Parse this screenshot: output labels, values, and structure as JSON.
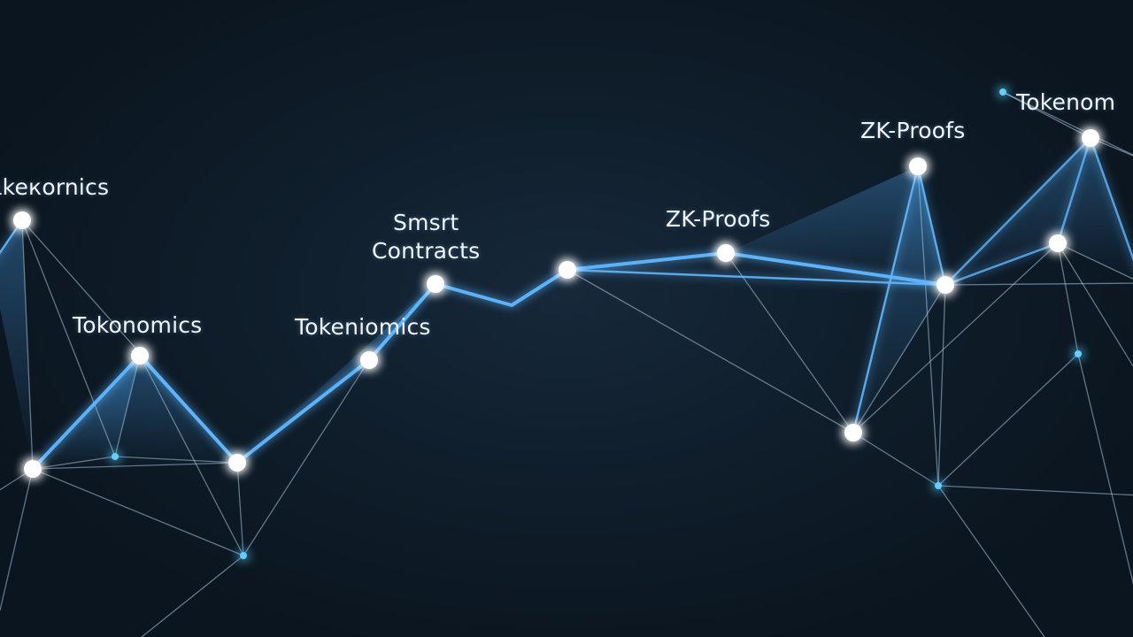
{
  "colors": {
    "background": "#0f1d2a",
    "glow_line": "#5fb6ff",
    "thin_line": "#a9c7de",
    "node": "#ffffff",
    "small_node": "#5fd0ff"
  },
  "labels": [
    {
      "id": "label-left-edge",
      "text": "ɩkeкоrnics"
    },
    {
      "id": "label-tokonomics",
      "text": "Tokonomics"
    },
    {
      "id": "label-tokeniomics",
      "text": "Tokeniomics"
    },
    {
      "id": "label-smart-contracts",
      "text": "Smsrt\nContracts"
    },
    {
      "id": "label-zk-proofs-center",
      "text": "ZK-Proofs"
    },
    {
      "id": "label-zk-proofs-right",
      "text": "ZK-Proofs"
    },
    {
      "id": "label-tokenom-right",
      "text": "Tokenom"
    }
  ]
}
